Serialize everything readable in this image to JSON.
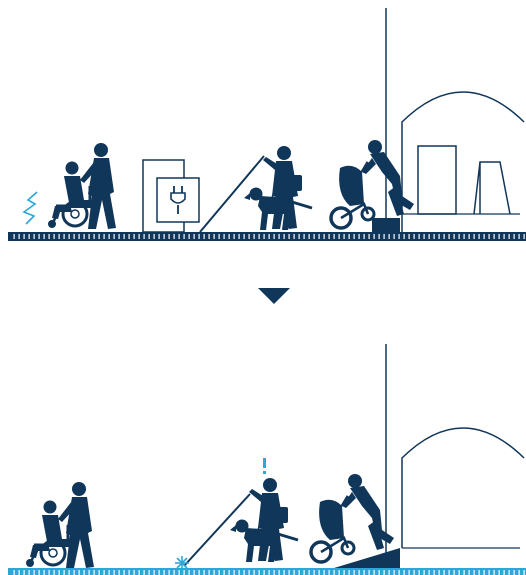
{
  "colors": {
    "figure": "#10365a",
    "accent": "#2fa6d8",
    "background": "#ffffff"
  },
  "scenes": [
    {
      "id": "before",
      "sidewalk": "dark-cobbles",
      "people": [
        "wheelchair-user-with-helper",
        "blind-person-with-cane-and-guide-dog",
        "person-pushing-stroller"
      ],
      "obstacles": [
        "charging-station",
        "shop-sign",
        "step-at-entrance"
      ],
      "alerts": [
        "wheelchair-jolt-icon"
      ]
    },
    {
      "id": "after",
      "sidewalk": "light-cobbles",
      "people": [
        "wheelchair-user-with-helper",
        "blind-person-with-cane-and-guide-dog",
        "person-pushing-stroller"
      ],
      "obstacles": [],
      "alerts": [
        "cane-contact-spark-icon",
        "attention-mark-icon"
      ]
    }
  ],
  "icons": {
    "transition": "arrow-down-icon",
    "plug": "plug-icon",
    "alert": "exclamation-icon",
    "jolt": "lightning-icon",
    "spark": "spark-icon"
  }
}
